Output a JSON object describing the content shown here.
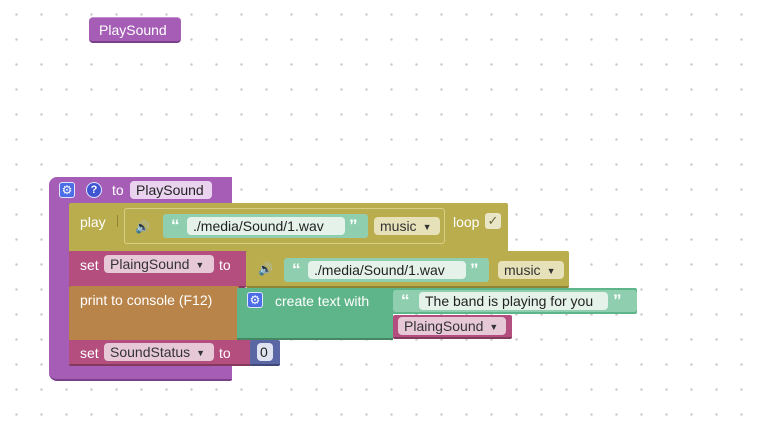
{
  "colors": {
    "procedure": "#a55db6",
    "sound": "#b9ad4d",
    "variable": "#b34e7e",
    "text": "#5fb58a",
    "console": "#b9844a",
    "math": "#5b67a5",
    "dropdown_bg": "#ffffff",
    "text_field_bg": "#e4f2ea"
  },
  "workspace": {
    "call_block": {
      "label": "PlaySound"
    },
    "procedure": {
      "keyword_to": "to",
      "name": "PlaySound",
      "icons": {
        "settings": "gear-icon",
        "help": "question-icon"
      },
      "statements": {
        "play": {
          "label": "play",
          "sound_icon": "speaker-icon",
          "path_value": "./media/Sound/1.wav",
          "type_option": "music",
          "loop_label": "loop",
          "loop_checked": true
        },
        "set_plaing": {
          "set_label": "set",
          "variable": "PlaingSound",
          "to_label": "to",
          "sound_icon": "speaker-icon",
          "path_value": "./media/Sound/1.wav",
          "type_option": "music"
        },
        "print": {
          "label": "print to console (F12)",
          "create_text_label": "create text with",
          "text_value": "The band is playing for you",
          "variable": "PlaingSound"
        },
        "set_status": {
          "set_label": "set",
          "variable": "SoundStatus",
          "to_label": "to",
          "number_value": "0"
        }
      }
    }
  }
}
